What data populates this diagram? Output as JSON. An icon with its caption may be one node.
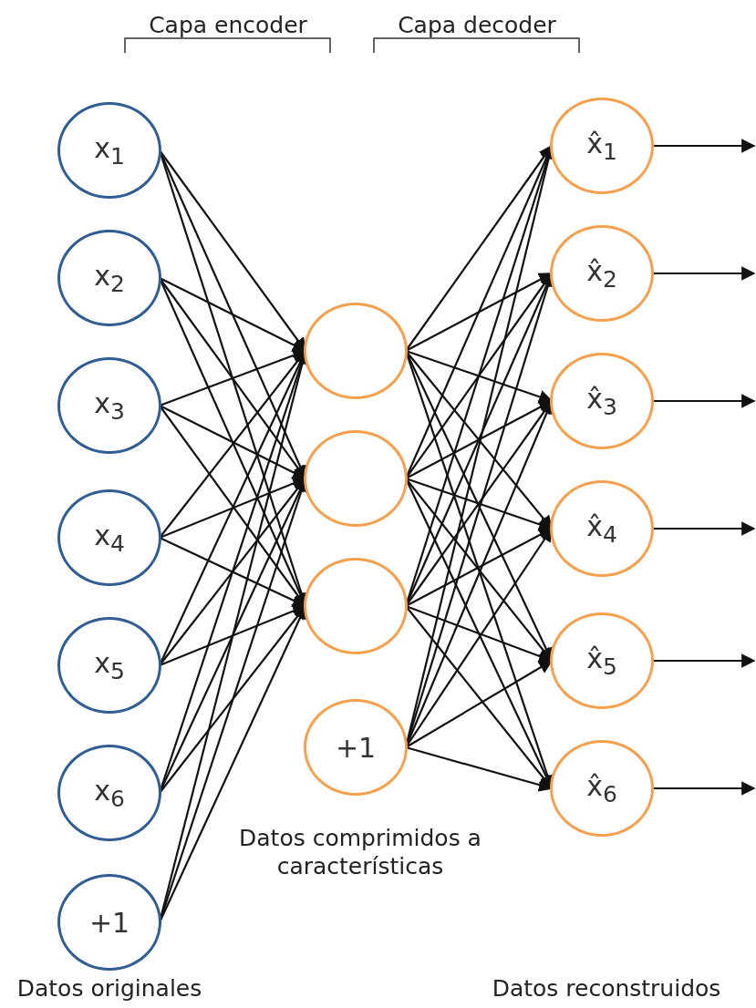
{
  "diagram": {
    "nodes": [
      {
        "text": [
          "x$_{1}$"
        ]
      },
      {
        "text": [
          "x$_{2}$"
        ]
      },
      {
        "text": [
          "x$_{3}$"
        ]
      },
      {
        "text": [
          "x$_{4}$"
        ]
      },
      {
        "text": [
          "x$_{5}$"
        ]
      },
      {
        "text": [
          "x$_{6}$"
        ]
      },
      {
        "text": [
          "+1"
        ]
      },
      {
        "text": [],
        "shape": "circle"
      },
      {
        "text": [],
        "shape": "circle"
      },
      {
        "text": [],
        "shape": "circle"
      },
      {
        "text": [
          "+1"
        ]
      },
      {
        "text": [
          "x̂$_{1}$"
        ]
      },
      {
        "text": [
          "x̂$_{2}$"
        ]
      },
      {
        "text": [
          "x̂$_{3}$"
        ]
      },
      {
        "text": [
          "x̂$_{4}$"
        ]
      },
      {
        "text": [
          "x̂$_{5}$"
        ]
      },
      {
        "text": [
          "x̂$_{6}$"
        ]
      }
    ],
    "edges": [
      {
        "from": 0,
        "to": 7,
        "arrow": "to"
      },
      {
        "from": 0,
        "to": 8,
        "arrow": "to"
      },
      {
        "from": 0,
        "to": 9,
        "arrow": "to"
      },
      {
        "from": 1,
        "to": 7,
        "arrow": "to"
      },
      {
        "from": 1,
        "to": 8,
        "arrow": "to"
      },
      {
        "from": 1,
        "to": 9,
        "arrow": "to"
      },
      {
        "from": 2,
        "to": 7,
        "arrow": "to"
      },
      {
        "from": 2,
        "to": 8,
        "arrow": "to"
      },
      {
        "from": 2,
        "to": 9,
        "arrow": "to"
      },
      {
        "from": 3,
        "to": 7,
        "arrow": "to"
      },
      {
        "from": 3,
        "to": 8,
        "arrow": "to"
      },
      {
        "from": 3,
        "to": 9,
        "arrow": "to"
      },
      {
        "from": 4,
        "to": 7,
        "arrow": "to"
      },
      {
        "from": 4,
        "to": 8,
        "arrow": "to"
      },
      {
        "from": 4,
        "to": 9,
        "arrow": "to"
      },
      {
        "from": 5,
        "to": 7,
        "arrow": "to"
      },
      {
        "from": 5,
        "to": 8,
        "arrow": "to"
      },
      {
        "from": 5,
        "to": 9,
        "arrow": "to"
      },
      {
        "from": 6,
        "to": 7,
        "arrow": "to"
      },
      {
        "from": 6,
        "to": 8,
        "arrow": "to"
      },
      {
        "from": 6,
        "to": 9,
        "arrow": "to"
      },
      {
        "from": 7,
        "to": 11,
        "arrow": "to"
      },
      {
        "from": 7,
        "to": 12,
        "arrow": "to"
      },
      {
        "from": 7,
        "to": 13,
        "arrow": "to"
      },
      {
        "from": 7,
        "to": 14,
        "arrow": "to"
      },
      {
        "from": 7,
        "to": 15,
        "arrow": "to"
      },
      {
        "from": 7,
        "to": 16,
        "arrow": "to"
      },
      {
        "from": 8,
        "to": 11,
        "arrow": "to"
      },
      {
        "from": 8,
        "to": 12,
        "arrow": "to"
      },
      {
        "from": 8,
        "to": 13,
        "arrow": "to"
      },
      {
        "from": 8,
        "to": 14,
        "arrow": "to"
      },
      {
        "from": 8,
        "to": 15,
        "arrow": "to"
      },
      {
        "from": 8,
        "to": 16,
        "arrow": "to"
      },
      {
        "from": 9,
        "to": 11,
        "arrow": "to"
      },
      {
        "from": 9,
        "to": 12,
        "arrow": "to"
      },
      {
        "from": 9,
        "to": 13,
        "arrow": "to"
      },
      {
        "from": 9,
        "to": 14,
        "arrow": "to"
      },
      {
        "from": 9,
        "to": 15,
        "arrow": "to"
      },
      {
        "from": 9,
        "to": 16,
        "arrow": "to"
      },
      {
        "from": 10,
        "to": 11,
        "arrow": "to"
      },
      {
        "from": 10,
        "to": 12,
        "arrow": "to"
      },
      {
        "from": 10,
        "to": 13,
        "arrow": "to"
      },
      {
        "from": 10,
        "to": 14,
        "arrow": "to"
      },
      {
        "from": 10,
        "to": 15,
        "arrow": "to"
      },
      {
        "from": 10,
        "to": 16,
        "arrow": "to"
      },
      {
        "from": 11,
        "to": null,
        "arrow": "to"
      },
      {
        "from": 12,
        "to": null,
        "arrow": "to"
      },
      {
        "from": 13,
        "to": null,
        "arrow": "to"
      },
      {
        "from": 14,
        "to": null,
        "arrow": "to"
      },
      {
        "from": 15,
        "to": null,
        "arrow": "to"
      },
      {
        "from": 16,
        "to": null,
        "arrow": "to"
      }
    ],
    "labels": [
      "Capa encoder",
      "Capa decoder",
      "Datos comprimidos a características",
      "Datos originales",
      "Datos reconstruidos"
    ]
  }
}
